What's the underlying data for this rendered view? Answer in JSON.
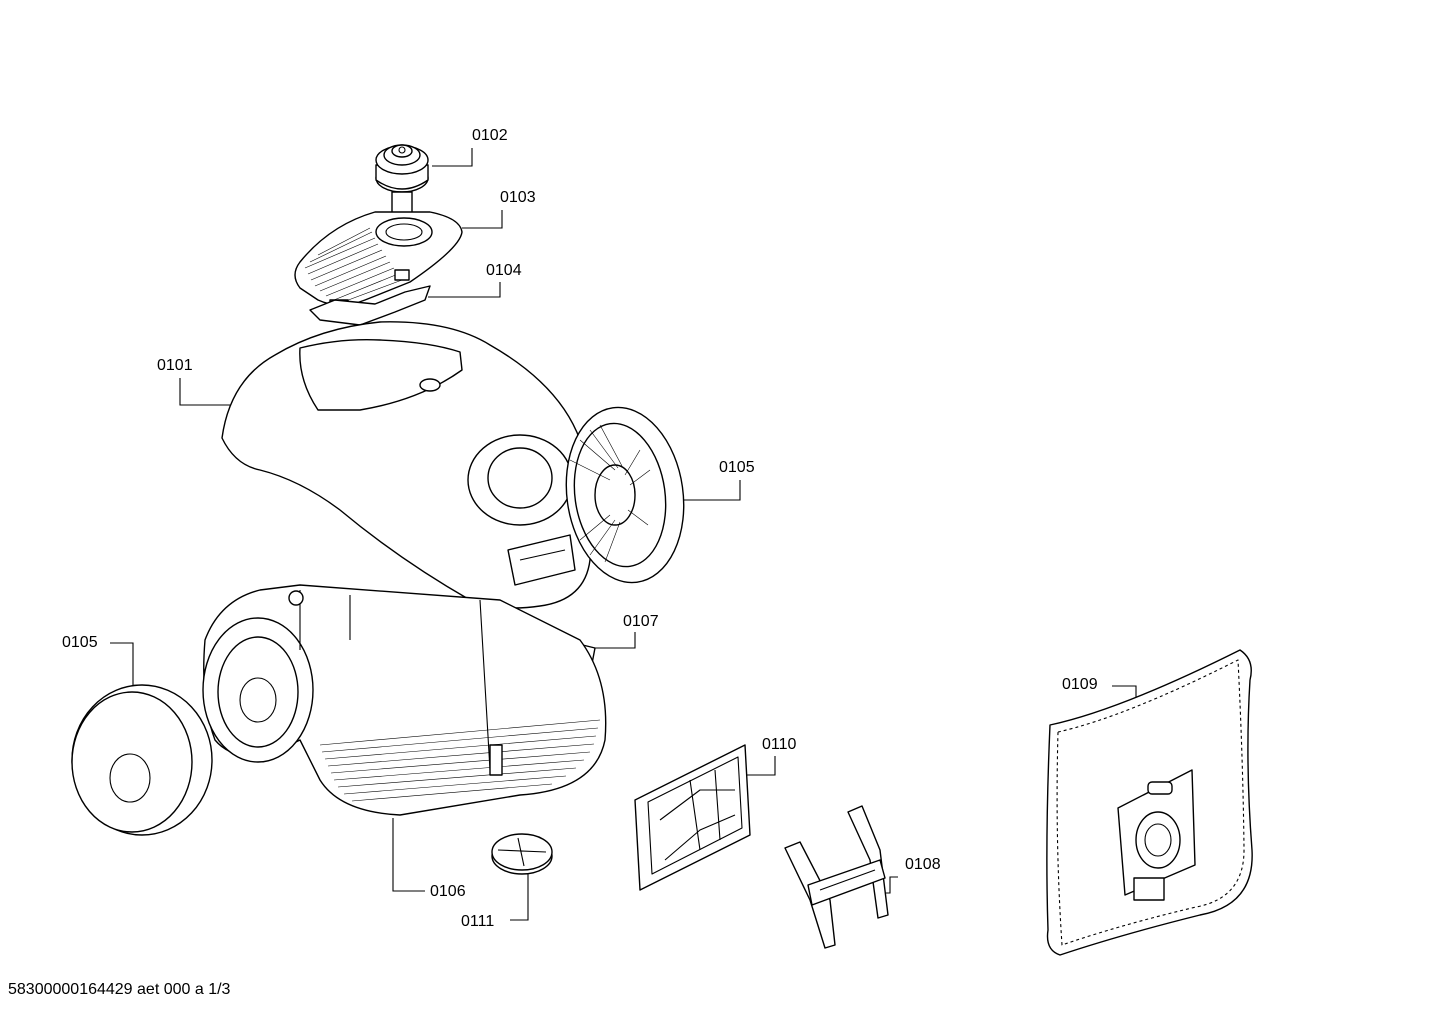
{
  "callouts": {
    "c0101": "0101",
    "c0102": "0102",
    "c0103": "0103",
    "c0104": "0104",
    "c0105a": "0105",
    "c0105b": "0105",
    "c0106": "0106",
    "c0107": "0107",
    "c0108": "0108",
    "c0109": "0109",
    "c0110": "0110",
    "c0111": "0111"
  },
  "footer": "58300000164429 aet 000 a 1/3"
}
